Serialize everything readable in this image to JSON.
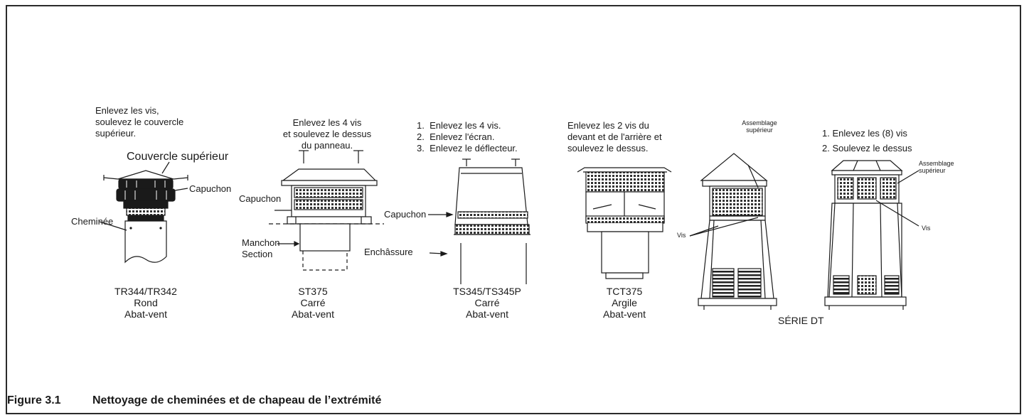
{
  "caption": {
    "number": "Figure 3.1",
    "title": "Nettoyage de cheminées et de chapeau de l’extrémité"
  },
  "tr344": {
    "instructions": [
      "Enlevez les vis,",
      "soulevez le couvercle",
      "supérieur."
    ],
    "label_cover": "Couvercle supérieur",
    "label_cap": "Capuchon",
    "label_chimney": "Cheminée",
    "model": [
      "TR344/TR342",
      "Rond",
      "Abat-vent"
    ]
  },
  "st375": {
    "instructions": [
      "Enlevez les 4 vis",
      "et soulevez le dessus",
      "du panneau."
    ],
    "label_cap": "Capuchon",
    "label_sleeve": [
      "Manchon",
      "Section"
    ],
    "model": [
      "ST375",
      "Carré",
      "Abat-vent"
    ]
  },
  "ts345": {
    "instructions": [
      "1.  Enlevez les 4 vis.",
      "2.  Enlevez l'écran.",
      "3.  Enlevez le déflecteur."
    ],
    "label_cap": "Capuchon",
    "label_enclosure": "Enchâssure",
    "model": [
      "TS345/TS345P",
      "Carré",
      "Abat-vent"
    ]
  },
  "tct375": {
    "instructions": [
      "Enlevez les 2 vis du",
      "devant et de l'arrière et",
      "soulevez le dessus."
    ],
    "model": [
      "TCT375",
      "Argile",
      "Abat-vent"
    ]
  },
  "dt": {
    "label_upper_assembly_1": [
      "Assemblage",
      "supérieur"
    ],
    "label_upper_assembly_2": [
      "Assemblage",
      "supérieur"
    ],
    "label_screw_1": "Vis",
    "label_screw_2": "Vis",
    "instructions": [
      "1. Enlevez les (8) vis",
      "2. Soulevez le dessus"
    ],
    "series": "SÉRIE DT"
  }
}
